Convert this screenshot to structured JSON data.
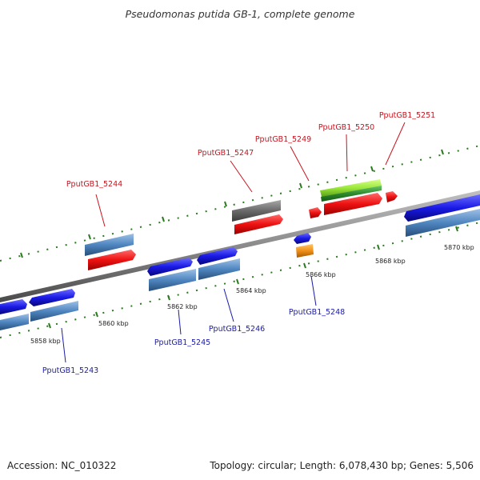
{
  "title": "Pseudomonas putida GB-1, complete genome",
  "footer": {
    "accession": "Accession: NC_010322",
    "summary": "Topology: circular; Length: 6,078,430 bp; Genes: 5,506"
  },
  "scale_ticks": [
    "5858 kbp",
    "5860 kbp",
    "5862 kbp",
    "5864 kbp",
    "5866 kbp",
    "5868 kbp",
    "5870 kbp"
  ],
  "gene_labels": {
    "top": [
      "PputGB1_5244",
      "PputGB1_5247",
      "PputGB1_5249",
      "PputGB1_5250",
      "PputGB1_5251"
    ],
    "bottom": [
      "PputGB1_5243",
      "PputGB1_5245",
      "PputGB1_5246",
      "PputGB1_5248"
    ]
  },
  "colors": {
    "backbone": "#8a8a8a",
    "tick_green": "#2a7a1e",
    "top_label": "#c8141e",
    "bottom_label": "#1a1aa8",
    "gene_red": "#ee1111",
    "gene_blue": "#1a1ae6",
    "gene_steel": "#4f86c0",
    "gene_gray": "#6a6a6a",
    "gene_lime": "#9be83a",
    "gene_green": "#2e8a2e",
    "gene_orange": "#f09018"
  }
}
